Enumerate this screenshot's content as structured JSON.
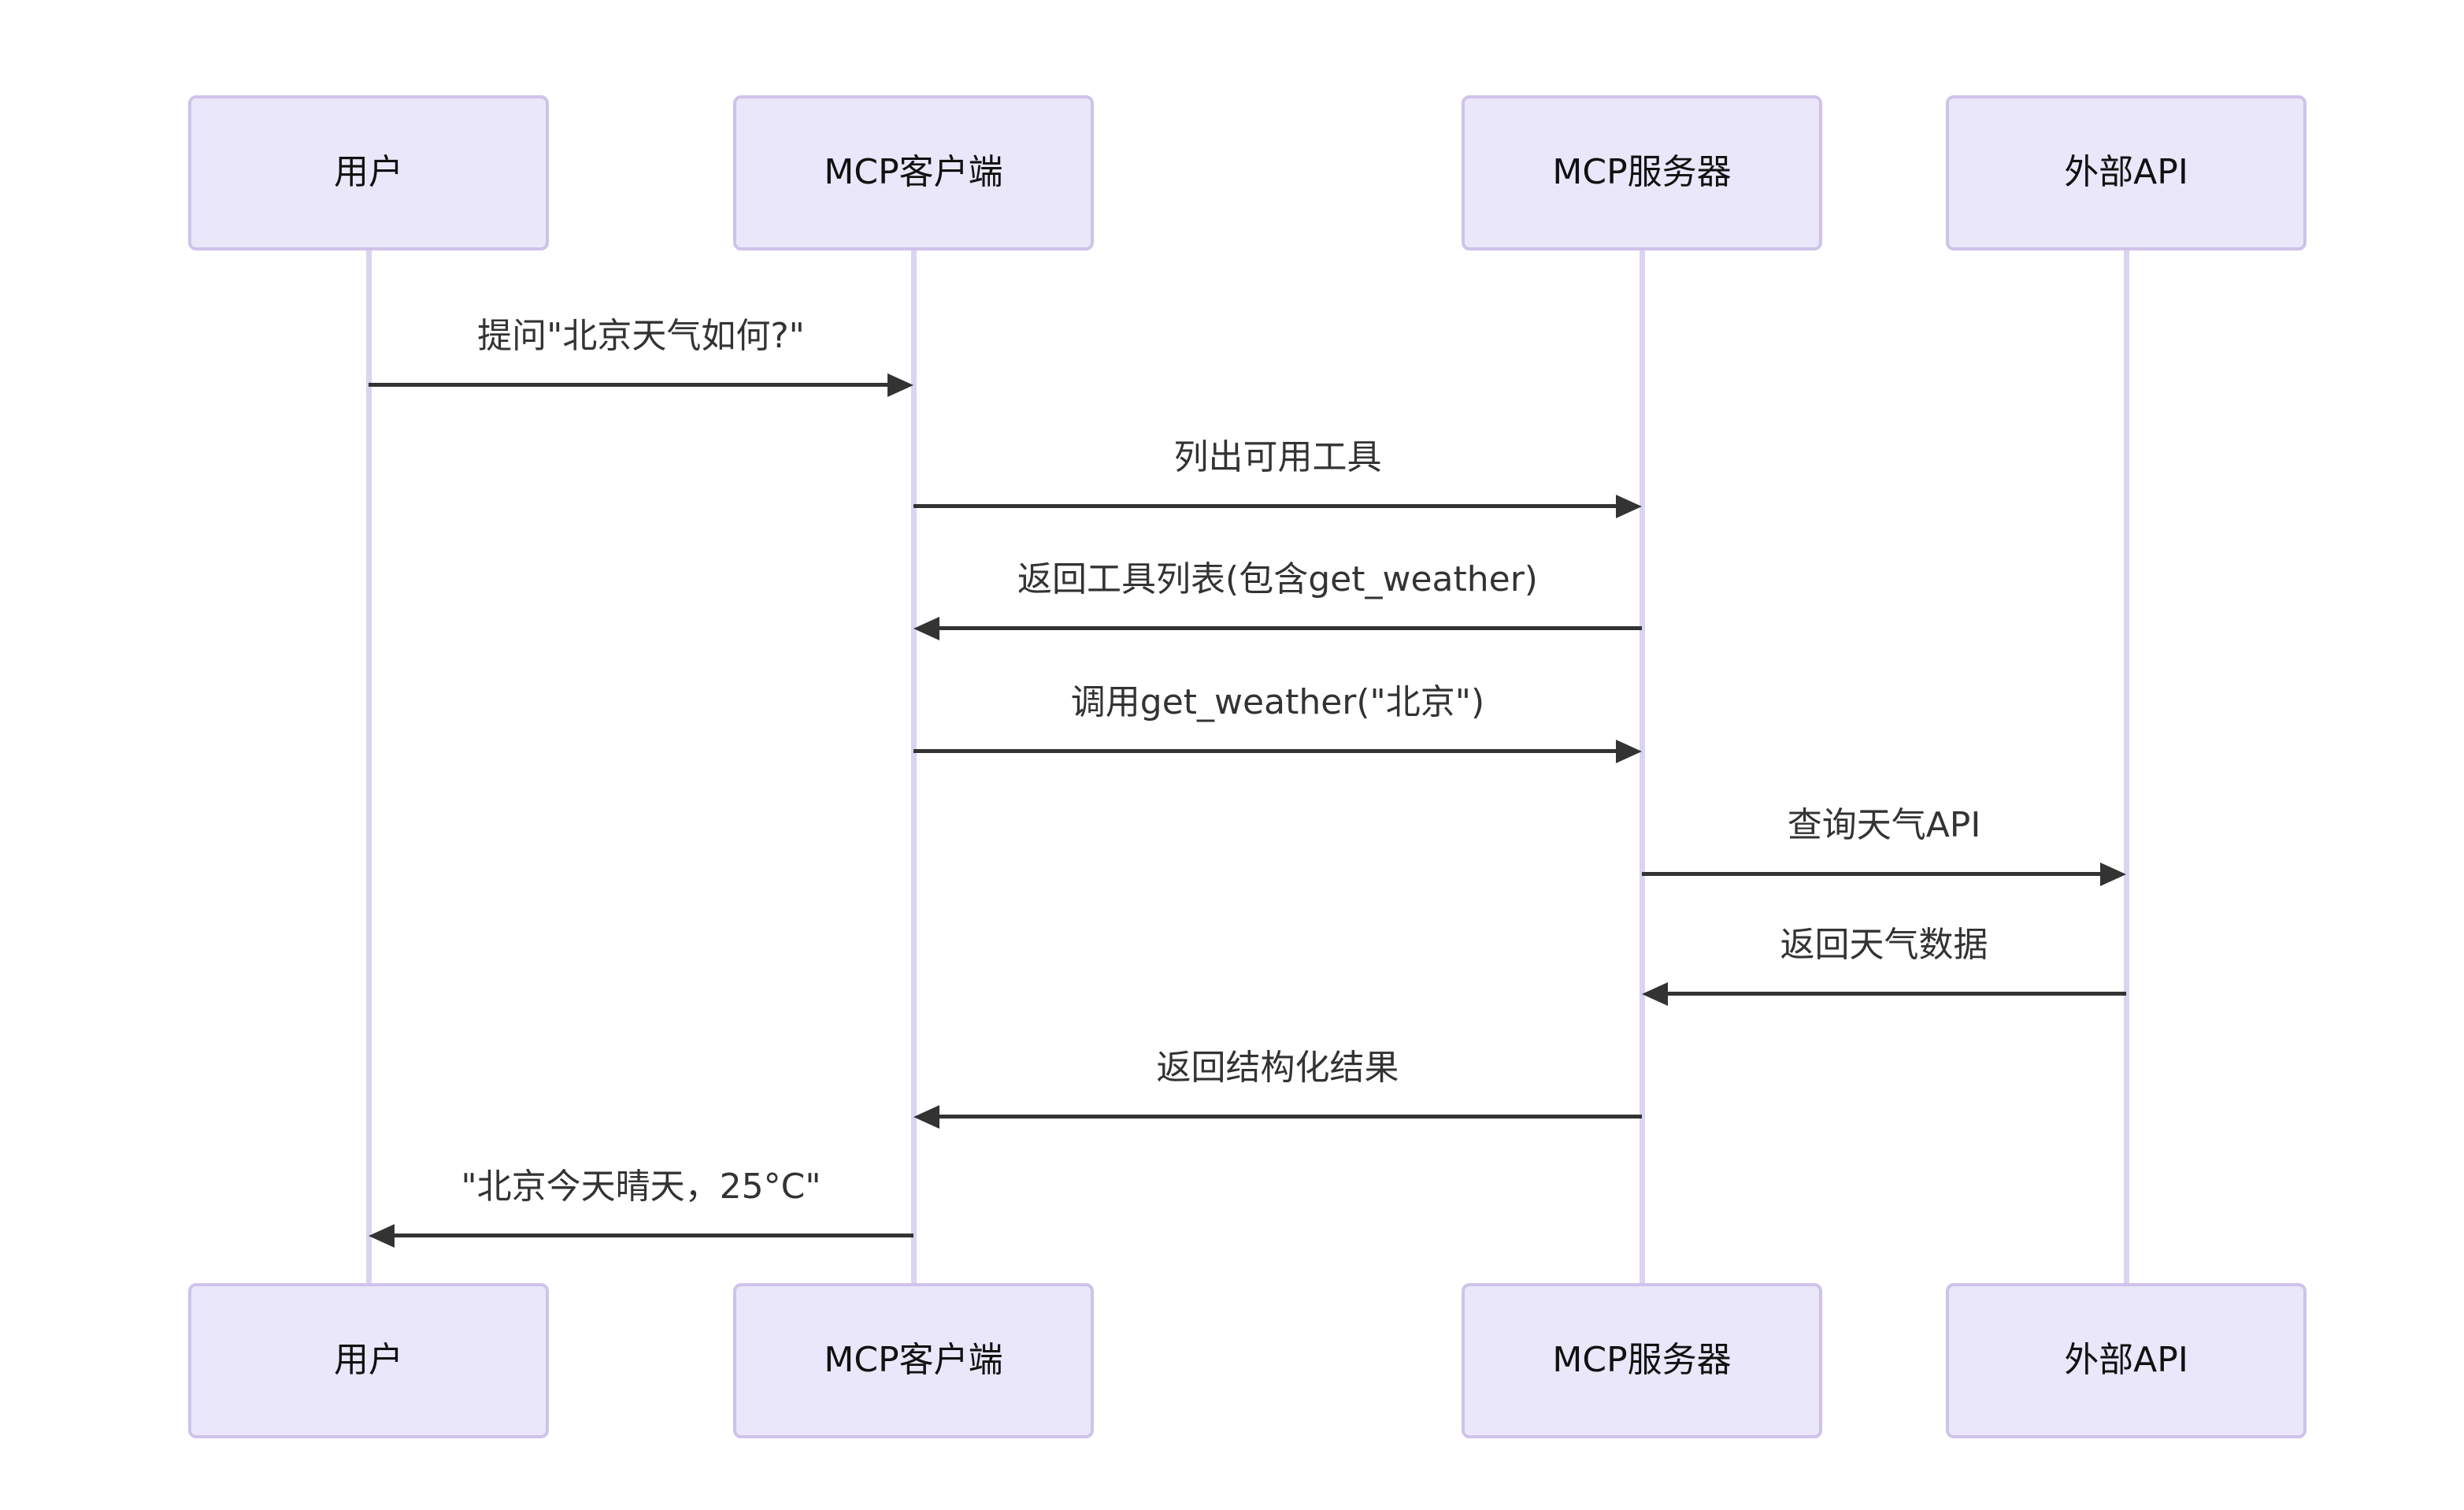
{
  "diagram": {
    "type": "sequence-diagram",
    "actors": [
      {
        "id": "user",
        "label": "用户"
      },
      {
        "id": "client",
        "label": "MCP客户端"
      },
      {
        "id": "server",
        "label": "MCP服务器"
      },
      {
        "id": "api",
        "label": "外部API"
      }
    ],
    "messages": [
      {
        "from": "user",
        "to": "client",
        "text": "提问\"北京天气如何?\"",
        "line": "solid"
      },
      {
        "from": "client",
        "to": "server",
        "text": "列出可用工具",
        "line": "solid"
      },
      {
        "from": "server",
        "to": "client",
        "text": "返回工具列表(包含get_weather)",
        "line": "solid"
      },
      {
        "from": "client",
        "to": "server",
        "text": "调用get_weather(\"北京\")",
        "line": "solid"
      },
      {
        "from": "server",
        "to": "api",
        "text": "查询天气API",
        "line": "solid"
      },
      {
        "from": "api",
        "to": "server",
        "text": "返回天气数据",
        "line": "solid"
      },
      {
        "from": "server",
        "to": "client",
        "text": "返回结构化结果",
        "line": "solid"
      },
      {
        "from": "client",
        "to": "user",
        "text": "\"北京今天晴天，25°C\"",
        "line": "solid"
      }
    ]
  },
  "colors": {
    "background": "#FFFFFF",
    "actor_fill": "#E9E7F9",
    "actor_border": "#CFC3EA",
    "actor_text": "#111111",
    "lifeline": "#DCD3F2",
    "arrow": "#333333",
    "message_text": "#333333"
  }
}
